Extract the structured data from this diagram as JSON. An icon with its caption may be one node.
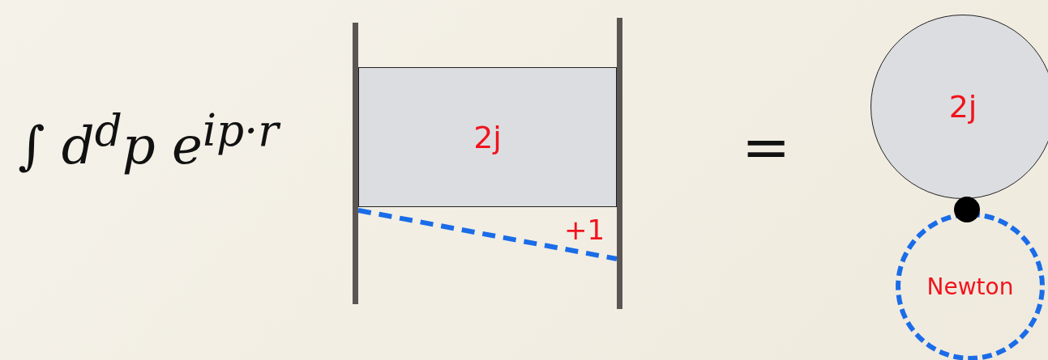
{
  "diagram": {
    "nodes": [
      {
        "text": [],
        "shape": "bar"
      },
      {
        "text": [],
        "shape": "bar"
      },
      {
        "text": [
          "2j"
        ]
      },
      {
        "text": [
          "2j"
        ]
      },
      {
        "text": [
          "Newton"
        ]
      }
    ],
    "edges": [
      {
        "from": 0,
        "to": 1,
        "arrow": "none",
        "label": "+1",
        "style": "dashed",
        "color": "#1a6ce8"
      }
    ],
    "labels": [
      "∫ d$^{d}$p e$^{ip·r}$",
      "="
    ]
  }
}
